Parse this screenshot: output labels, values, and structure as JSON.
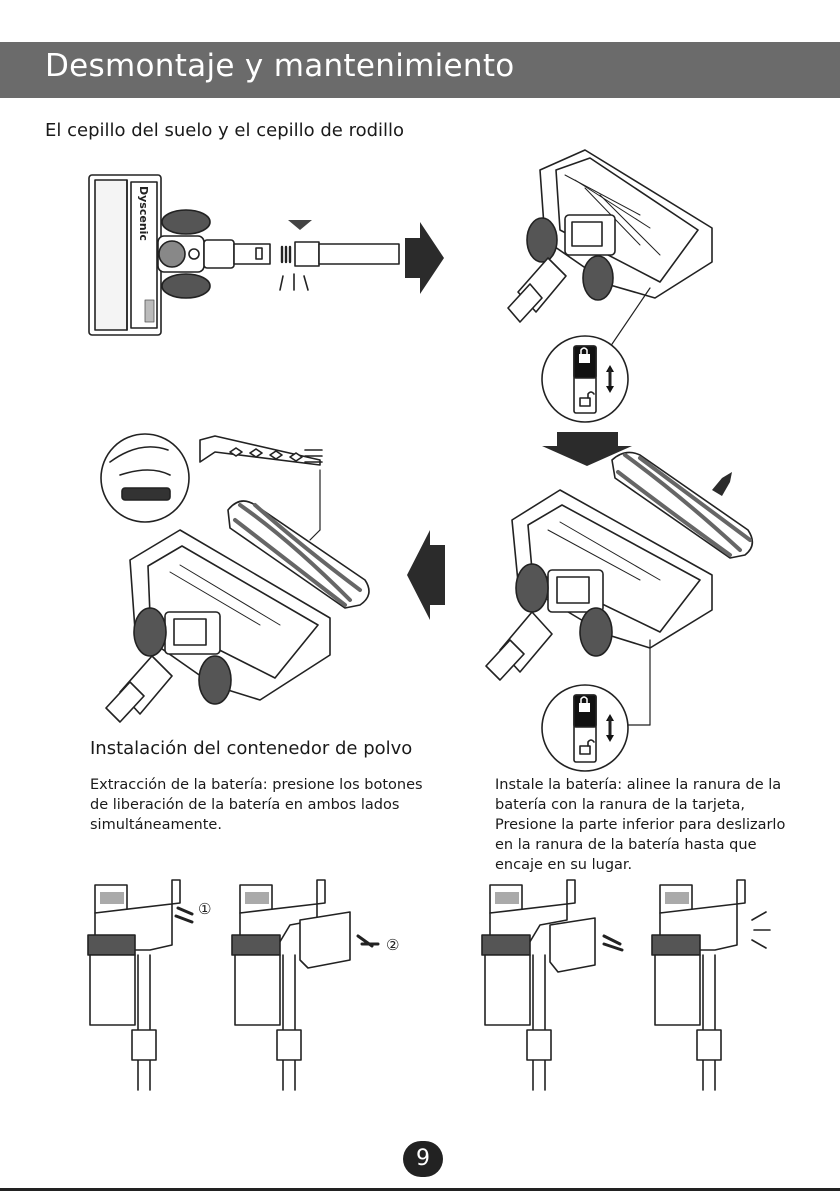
{
  "header": {
    "title": "Desmontaje y mantenimiento"
  },
  "sections": {
    "floor_brush": {
      "title": "El cepillo del suelo y el cepillo de rodillo"
    },
    "dust_container": {
      "title": "Instalación del contenedor de polvo"
    }
  },
  "instructions": {
    "battery_removal": [
      "Extracción de la batería: presione los botones",
      "de liberación de la batería en ambos lados",
      "simultáneamente."
    ],
    "battery_install": [
      "Instale la batería: alinee la ranura de la",
      "batería con la ranura de la tarjeta,",
      "Presione la parte inferior para deslizarlo",
      "en la ranura de la batería hasta que",
      "encaje en su lugar."
    ]
  },
  "illustration": {
    "brand_logo": "Dyscenic",
    "step_markers": [
      "①",
      "②"
    ]
  },
  "page": {
    "number": "9"
  },
  "colors": {
    "header_bg": "#6b6b6b",
    "arrow": "#2b2b2b",
    "line_art": "#222222"
  },
  "icons": [
    "lock-icon",
    "unlock-icon",
    "up-down-arrow-icon",
    "arrow-right-icon",
    "arrow-left-icon",
    "arrow-down-icon"
  ]
}
